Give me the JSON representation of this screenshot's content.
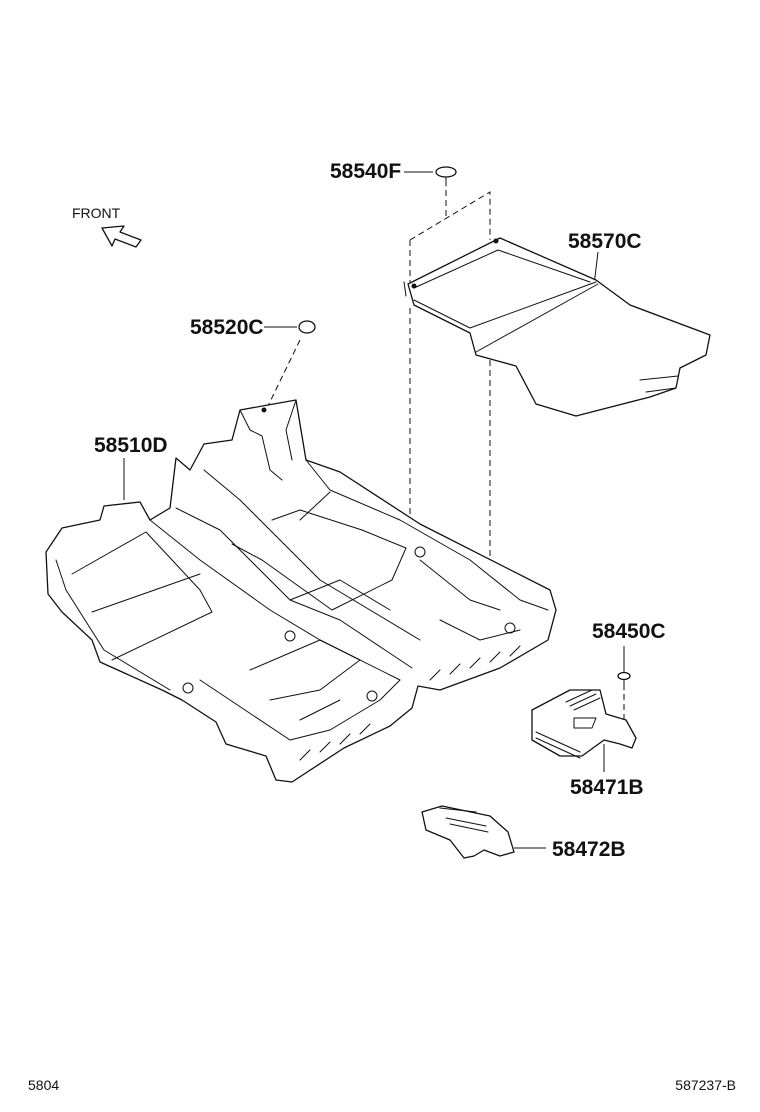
{
  "direction_label": "FRONT",
  "parts": {
    "plug_top": "58540F",
    "rear_floor_mat": "58570C",
    "plug_front": "58520C",
    "floor_carpet": "58510D",
    "clip": "58450C",
    "cover_right": "58471B",
    "cover_left": "58472B"
  },
  "footer": {
    "left": "5804",
    "right": "587237-B"
  }
}
